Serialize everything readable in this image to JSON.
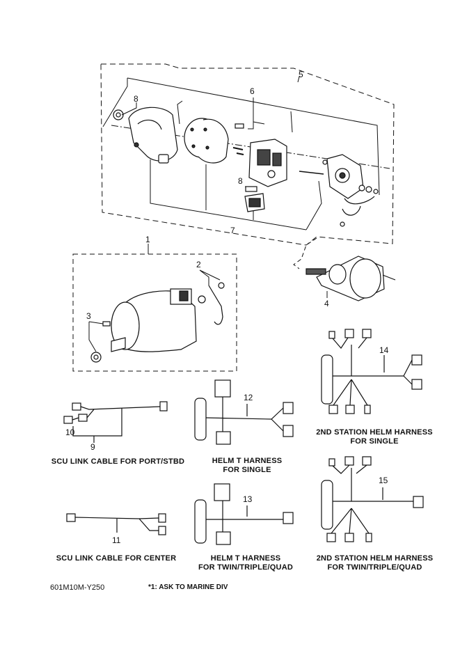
{
  "callouts": {
    "c1": "1",
    "c2": "2",
    "c3": "3",
    "c4": "4",
    "c5": "5",
    "c6": "6",
    "c7": "7",
    "c8a": "8",
    "c8b": "8",
    "c9": "9",
    "c10": "10",
    "c11": "11",
    "c12": "12",
    "c13": "13",
    "c14": "14",
    "c15": "15"
  },
  "captions": {
    "scu_port_line1": "SCU LINK CABLE FOR PORT/STBD",
    "helm_single_line1": "HELM T HARNESS",
    "helm_single_line2": "FOR SINGLE",
    "helm2_single_line1": "2ND STATION HELM HARNESS",
    "helm2_single_line2": "FOR SINGLE",
    "scu_center_line1": "SCU LINK CABLE FOR CENTER",
    "helm_twin_line1": "HELM T HARNESS",
    "helm_twin_line2": "FOR TWIN/TRIPLE/QUAD",
    "helm2_twin_line1": "2ND STATION HELM HARNESS",
    "helm2_twin_line2": "FOR TWIN/TRIPLE/QUAD"
  },
  "footer": {
    "code": "601M10M-Y250",
    "note": "*1:  ASK TO MARINE DIV"
  }
}
